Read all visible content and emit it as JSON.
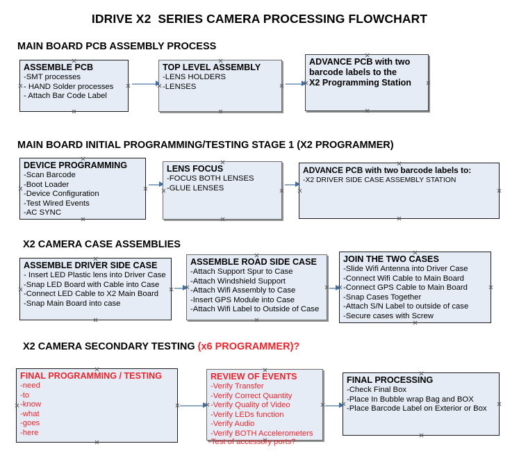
{
  "document": {
    "title": "IDRIVE X2  SERIES CAMERA PROCESSING FLOWCHART"
  },
  "colors": {
    "box_fill": "#e6ecf6",
    "box_border": "#1a1a1a",
    "accent_red": "#e8232a",
    "connector": "#8da8c6",
    "arrowhead": "#3b6ea5",
    "text": "#000000"
  },
  "sections": [
    {
      "id": "main-board-pcb-assembly",
      "heading": "MAIN BOARD PCB ASSEMBLY PROCESS",
      "heading_accent": "",
      "boxes": [
        {
          "id": "assemble-pcb",
          "title": "ASSEMBLE PCB",
          "title_color": "black",
          "items": [
            "-SMT processes",
            "- HAND Solder processes",
            "- Attach Bar Code Label"
          ]
        },
        {
          "id": "top-level-assembly",
          "title": "TOP LEVEL ASSEMBLY",
          "title_color": "black",
          "items": [
            "-LENS HOLDERS",
            "-LENSES"
          ]
        },
        {
          "id": "advance-pcb-to-x2-programming-station",
          "title": "ADVANCE PCB with two",
          "title_color": "black",
          "title_lines": [
            "ADVANCE PCB with two",
            "barcode labels to the",
            " X2 Programming Station"
          ],
          "items": []
        }
      ]
    },
    {
      "id": "main-board-initial-programming",
      "heading": "MAIN BOARD INITIAL PROGRAMMING/TESTING STAGE 1 (X2 PROGRAMMER)",
      "heading_accent": "",
      "boxes": [
        {
          "id": "device-programming",
          "title": "DEVICE PROGRAMMING",
          "title_color": "black",
          "items": [
            "-Scan Barcode",
            "-Boot Loader",
            "-Device Configuration",
            "-Test Wired Events",
            "-AC SYNC"
          ]
        },
        {
          "id": "lens-focus",
          "title": "LENS FOCUS",
          "title_color": "black",
          "items": [
            "-FOCUS BOTH LENSES",
            "-GLUE LENSES"
          ]
        },
        {
          "id": "advance-pcb-to-driver-side-case-station",
          "title": "ADVANCE PCB with two barcode labels to:",
          "title_color": "black",
          "items": [
            "-X2 DRIVER  SIDE  CASE  ASSEMBLY STATION"
          ]
        }
      ]
    },
    {
      "id": "x2-camera-case-assemblies",
      "heading": "X2 CAMERA CASE ASSEMBLIES",
      "heading_accent": "",
      "boxes": [
        {
          "id": "assemble-driver-side-case",
          "title": "ASSEMBLE DRIVER SIDE CASE",
          "title_color": "black",
          "items": [
            "- Insert LED Plastic lens into Driver Case",
            "-Snap LED Board with Cable into Case",
            "-Connect LED Cable to X2 Main Board",
            "-Snap Main Board into case"
          ]
        },
        {
          "id": "assemble-road-side-case",
          "title": "ASSEMBLE ROAD SIDE CASE",
          "title_color": "black",
          "items": [
            "-Attach Support Spur to Case",
            "-Attach Windshield Support",
            "-Attach Wifi Assembly to Case",
            "-Insert GPS Module into Case",
            "-Attach Wifi Label to Outside of Case"
          ]
        },
        {
          "id": "join-the-two-cases",
          "title": "JOIN THE TWO CASES",
          "title_color": "black",
          "items": [
            "-Slide Wifi Antenna into Driver Case",
            "-Connect Wifi Cable to Main Board",
            "-Connect GPS Cable to Main Board",
            "-Snap Cases Together",
            "-Attach S/N Label to outside of case",
            "-Secure cases with Screw"
          ]
        }
      ]
    },
    {
      "id": "x2-camera-secondary-testing",
      "heading": "X2 CAMERA SECONDARY TESTING ",
      "heading_accent": "(x6 PROGRAMMER)?",
      "boxes": [
        {
          "id": "final-programming-testing",
          "title": "FINAL PROGRAMMING / TESTING",
          "title_color": "red",
          "items": [
            "-need",
            "-to",
            "-know",
            "-what",
            "-goes",
            "-here"
          ]
        },
        {
          "id": "review-of-events",
          "title": "REVIEW OF EVENTS",
          "title_color": "red",
          "items": [
            "-Verify Transfer",
            "-Verify Correct Quantity",
            "-Verify Quality of Video",
            "-Verify LEDs function",
            "-Verify Audio",
            "-Verify BOTH Accelerometers"
          ],
          "overflow_item": "-Test of accessory ports?"
        },
        {
          "id": "final-processing",
          "title": "FINAL PROCESSING",
          "title_color": "black",
          "items": [
            " -Check Final Box",
            "-Place In Bubble wrap Bag and BOX",
            "-Place Barcode Label on Exterior or Box"
          ]
        }
      ]
    }
  ]
}
